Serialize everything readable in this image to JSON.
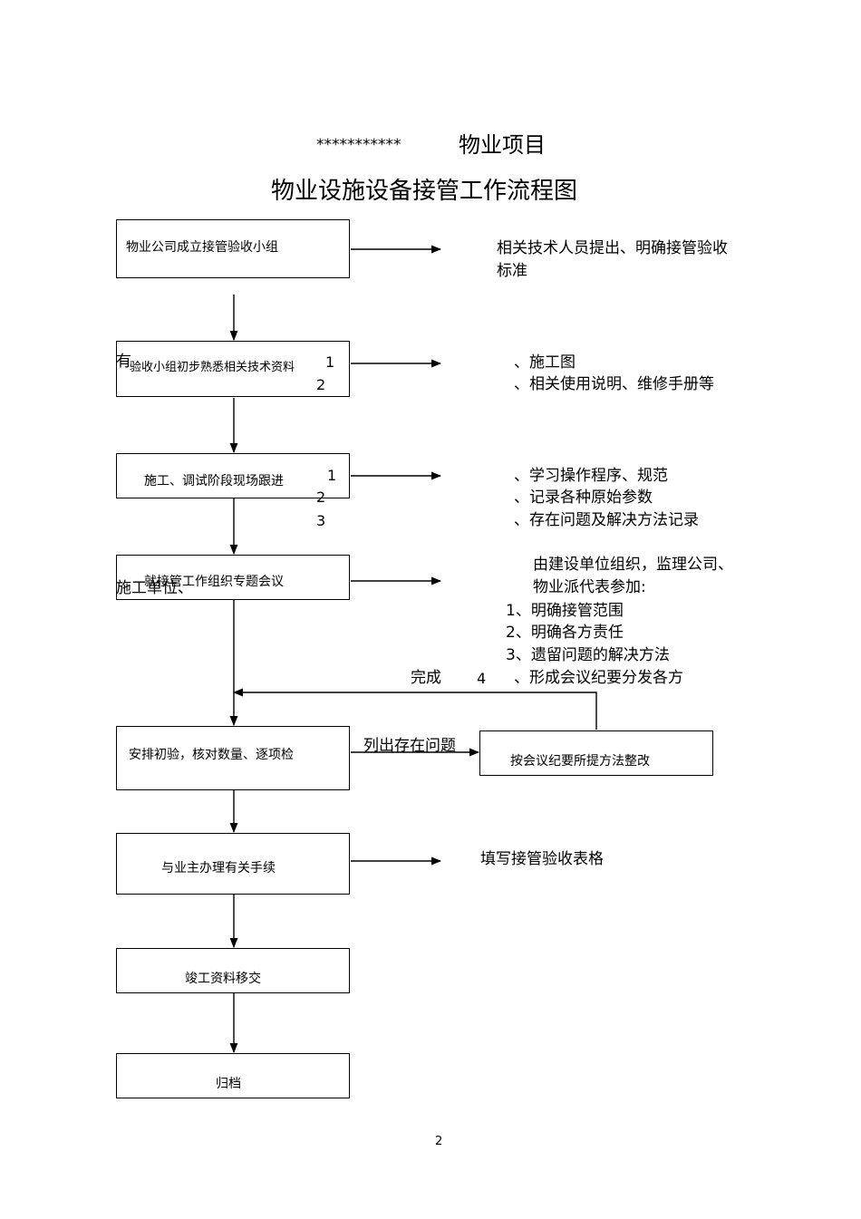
{
  "header": {
    "project_stars": "***********",
    "project_name": "物业项目",
    "title": "物业设施设备接管工作流程图"
  },
  "boxes": {
    "b1": "物业公司成立接管验收小组",
    "b2": "验收小组初步熟悉相关技术资料",
    "b3": "施工、调试阶段现场跟进",
    "b4": "就接管工作组织专题会议",
    "b5": "安排初验，核对数量、逐项检",
    "b6": "与业主办理有关手续",
    "b7": "竣工资料移交",
    "b8": "归档",
    "b9": "按会议纪要所提方法整改"
  },
  "notes": {
    "n1_line1": "相关技术人员提出、明确接管验收",
    "n1_line2": "标准",
    "n2_prefix": "有",
    "n2_num1": "1",
    "n2_num2": "2",
    "n2_item1": "、施工图",
    "n2_item2": "、相关使用说明、维修手册等",
    "n3_num1": "1",
    "n3_num2": "2",
    "n3_num3": "3",
    "n3_item1": "、学习操作程序、规范",
    "n3_item2": "、记录各种原始参数",
    "n3_item3": "、存在问题及解决方法记录",
    "n4_line1": "由建设单位组织，监理公司、",
    "n4_prefix": "施工单位、",
    "n4_line2": "物业派代表参加:",
    "n4_item1": "1、明确接管范围",
    "n4_item2": "2、明确各方责任",
    "n4_item3": "3、遗留问题的解决方法",
    "n4_done": "完成",
    "n4_num4": "4",
    "n4_item4": "、形成会议纪要分发各方",
    "n5_label": "列出存在问题",
    "n6": "填写接管验收表格"
  },
  "footer": {
    "page_number": "2"
  }
}
